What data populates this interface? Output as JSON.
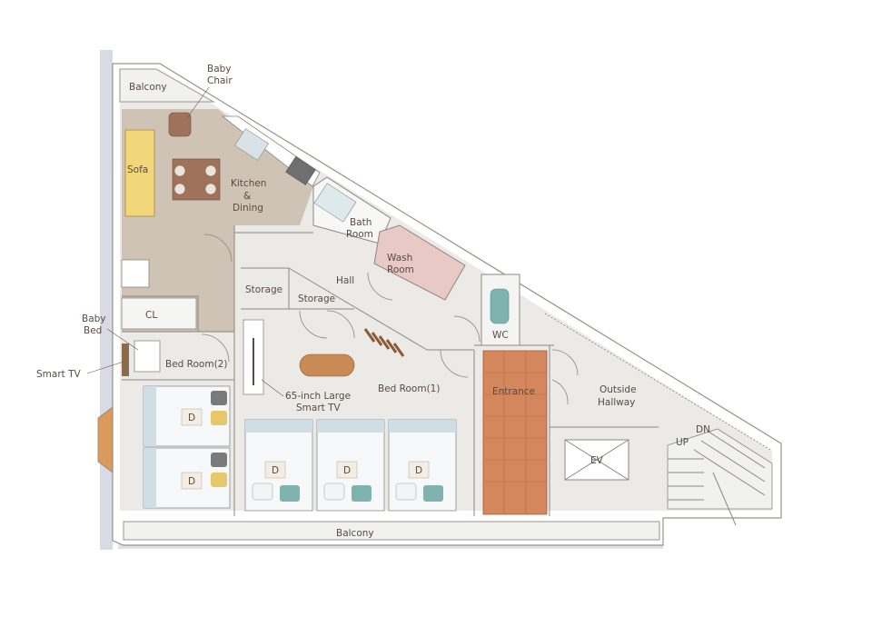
{
  "rooms": {
    "balcony_top": "Balcony",
    "baby_chair": [
      "Baby",
      "Chair"
    ],
    "sofa": "Sofa",
    "kitchen": [
      "Kitchen",
      "&",
      "Dining"
    ],
    "bath": [
      "Bath",
      "Room"
    ],
    "wash": [
      "Wash",
      "Room"
    ],
    "hall": "Hall",
    "storage_a": "Storage",
    "storage_b": "Storage",
    "cl": "CL",
    "baby_bed": [
      "Baby",
      "Bed"
    ],
    "smart_tv": "Smart TV",
    "bedroom2": "Bed Room(2)",
    "tv65": [
      "65-inch Large",
      "Smart TV"
    ],
    "bedroom1": "Bed Room(1)",
    "wc": "WC",
    "entrance": "Entrance",
    "outside": [
      "Outside",
      "Hallway"
    ],
    "ev": "EV",
    "up": "UP",
    "dn": "DN",
    "balcony_bottom": "Balcony",
    "bed_mark": "D"
  },
  "colors": {
    "floor_grey": "#ebeae7",
    "floor_wood": "#cfc3b6",
    "sofa": "#f2d77a",
    "entrance_tile": "#d4875c",
    "wash_floor": "#e8c9c6",
    "wall_shadow": "#d9dae3"
  }
}
